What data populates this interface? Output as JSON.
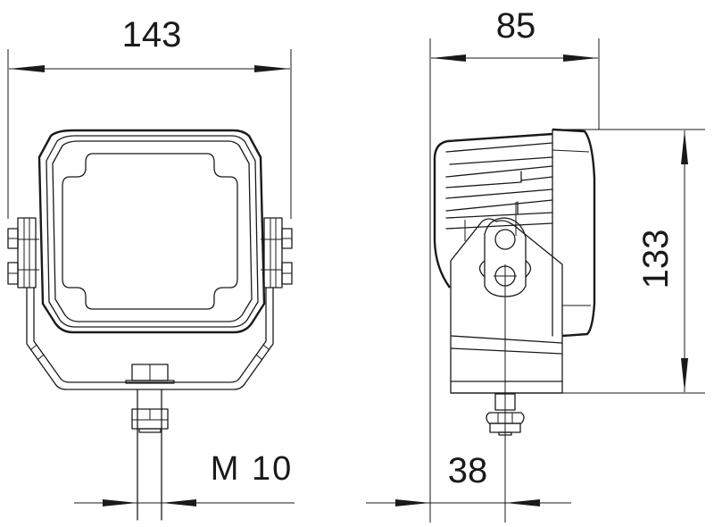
{
  "drawing": {
    "subject": "Work lamp dimension drawing",
    "views": [
      "front-view",
      "side-view"
    ],
    "line_color": "#1a1a1a",
    "background": "#ffffff"
  },
  "dimensions": {
    "front_width": {
      "label": "143",
      "orientation": "horizontal"
    },
    "side_depth": {
      "label": "85",
      "orientation": "horizontal"
    },
    "side_height": {
      "label": "133",
      "orientation": "vertical"
    },
    "mount_offset": {
      "label": "38",
      "orientation": "horizontal"
    },
    "thread": {
      "label": "M 10",
      "orientation": "horizontal"
    }
  }
}
